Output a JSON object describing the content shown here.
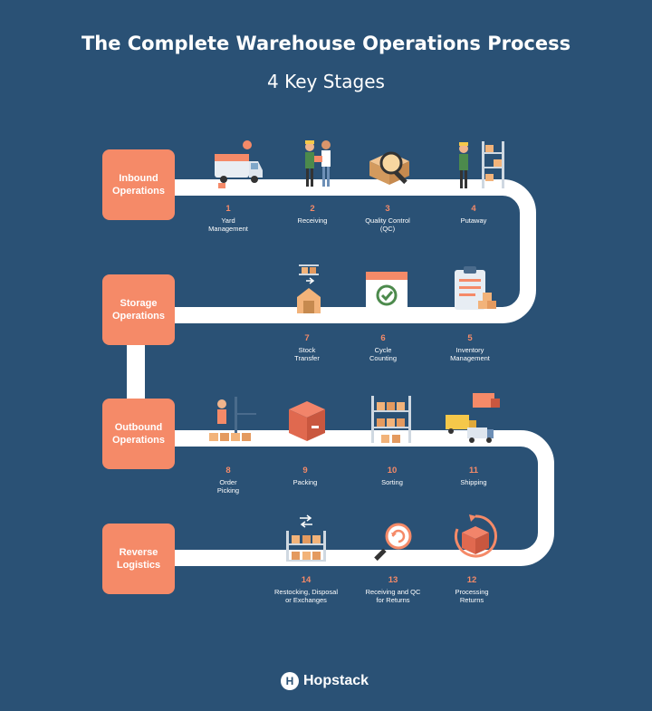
{
  "title": "The Complete Warehouse Operations Process",
  "subtitle": "4 Key Stages",
  "stages": [
    {
      "label": "Inbound\nOperations"
    },
    {
      "label": "Storage\nOperations"
    },
    {
      "label": "Outbound\nOperations"
    },
    {
      "label": "Reverse\nLogistics"
    }
  ],
  "steps": [
    {
      "number": "1",
      "label": "Yard\nManagement",
      "icon": "delivery-truck-icon"
    },
    {
      "number": "2",
      "label": "Receiving",
      "icon": "workers-handoff-icon"
    },
    {
      "number": "3",
      "label": "Quality Control\n(QC)",
      "icon": "magnifier-box-icon"
    },
    {
      "number": "4",
      "label": "Putaway",
      "icon": "worker-shelf-icon"
    },
    {
      "number": "5",
      "label": "Inventory\nManagement",
      "icon": "clipboard-icon"
    },
    {
      "number": "6",
      "label": "Cycle\nCounting",
      "icon": "calendar-check-icon"
    },
    {
      "number": "7",
      "label": "Stock\nTransfer",
      "icon": "stock-transfer-icon"
    },
    {
      "number": "8",
      "label": "Order\nPicking",
      "icon": "order-picking-icon"
    },
    {
      "number": "9",
      "label": "Packing",
      "icon": "package-box-icon"
    },
    {
      "number": "10",
      "label": "Sorting",
      "icon": "sorting-shelf-icon"
    },
    {
      "number": "11",
      "label": "Shipping",
      "icon": "shipping-trucks-icon"
    },
    {
      "number": "12",
      "label": "Processing\nReturns",
      "icon": "return-box-icon"
    },
    {
      "number": "13",
      "label": "Receiving and QC\nfor Returns",
      "icon": "return-magnifier-icon"
    },
    {
      "number": "14",
      "label": "Restocking, Disposal\nor Exchanges",
      "icon": "restock-shelf-icon"
    }
  ],
  "brand": {
    "logo_letter": "H",
    "name": "Hopstack"
  },
  "colors": {
    "background": "#2a5175",
    "accent": "#f58a68",
    "track": "#ffffff"
  }
}
